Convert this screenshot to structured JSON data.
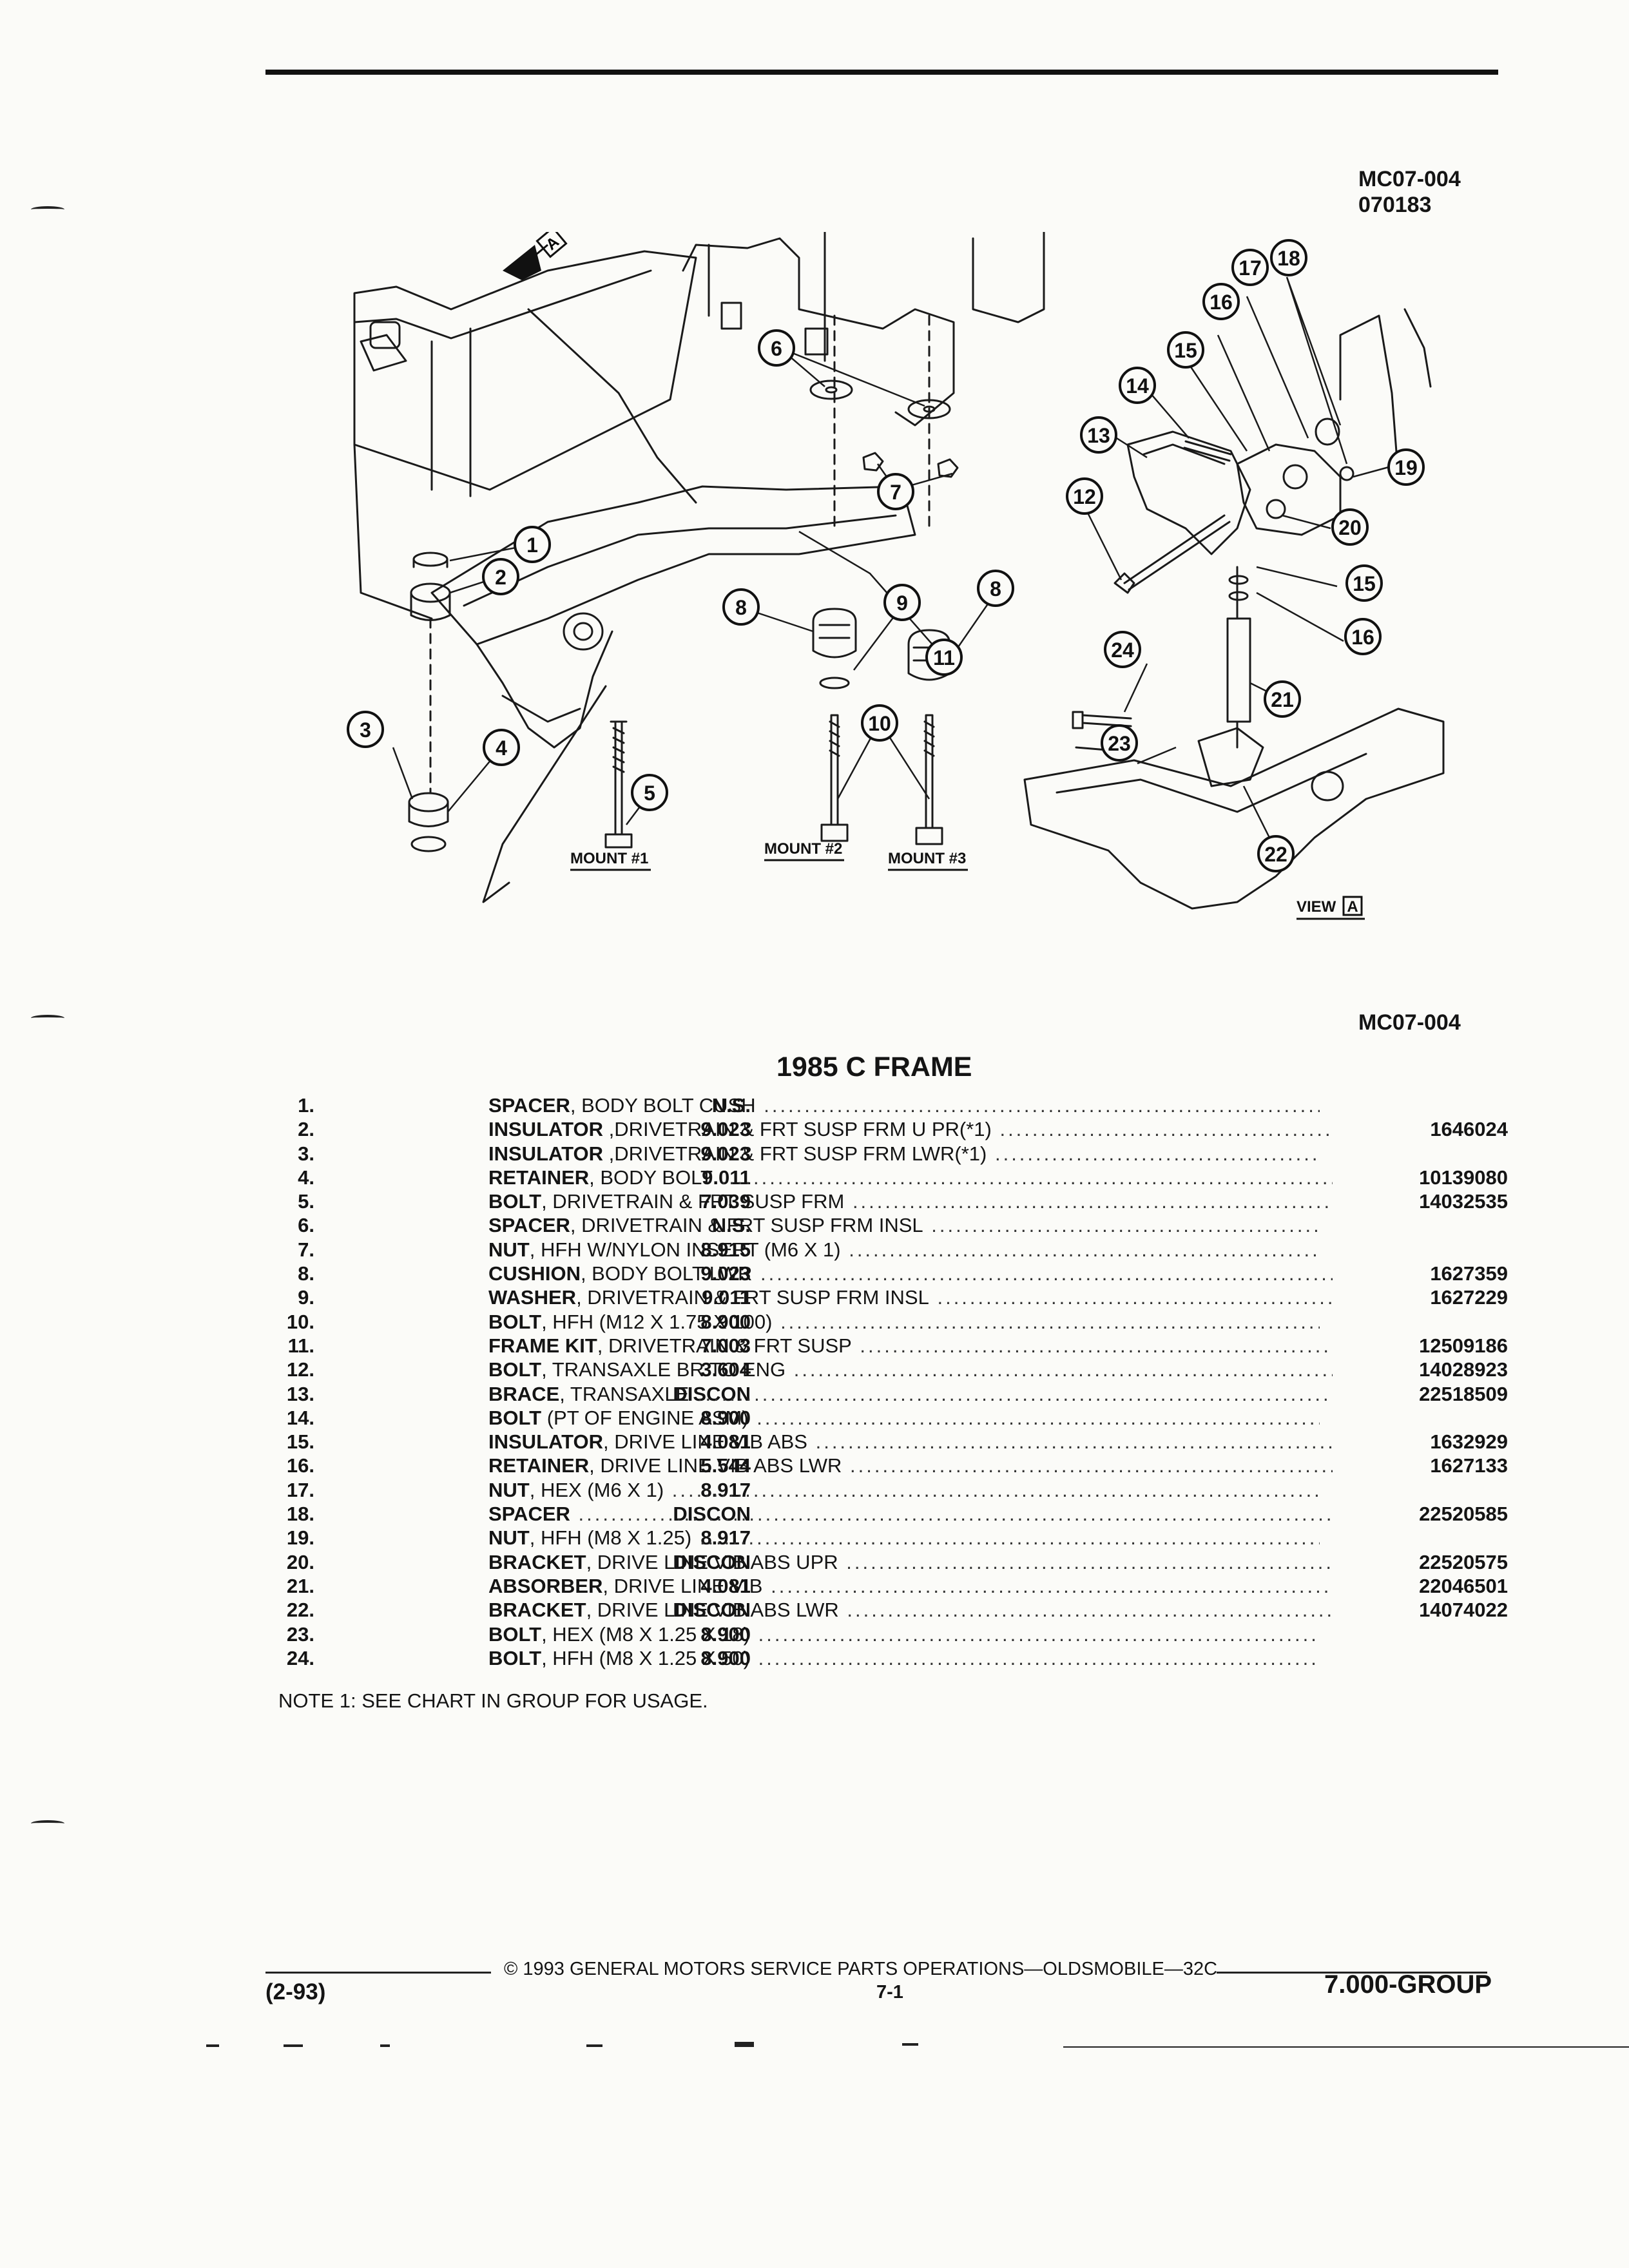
{
  "header": {
    "figure_code": "MC07-004",
    "figure_date": "070183"
  },
  "diagram": {
    "view_marker_top": "A",
    "callouts": [
      "1",
      "2",
      "3",
      "4",
      "5",
      "6",
      "7",
      "8",
      "8",
      "9",
      "10",
      "11",
      "12",
      "13",
      "14",
      "15",
      "15",
      "16",
      "16",
      "17",
      "18",
      "19",
      "20",
      "21",
      "22",
      "23",
      "24"
    ],
    "mount_labels": [
      "MOUNT #1",
      "MOUNT #2",
      "MOUNT #3"
    ],
    "view_label": "VIEW",
    "view_letter": "A"
  },
  "figure_code_bottom": "MC07-004",
  "table": {
    "title": "1985 C FRAME",
    "rows": [
      {
        "item": "1.",
        "code": "N.S.",
        "name": "SPACER",
        "desc": ", BODY BOLT CUSH",
        "part": ""
      },
      {
        "item": "2.",
        "code": "9.023",
        "name": "INSULATOR",
        "desc": " ,DRIVETRAIN & FRT SUSP FRM U PR(*1)",
        "part": "1646024"
      },
      {
        "item": "3.",
        "code": "9.023",
        "name": "INSULATOR",
        "desc": " ,DRIVETRAIN & FRT SUSP FRM LWR(*1)",
        "part": ""
      },
      {
        "item": "4.",
        "code": "9.011",
        "name": "RETAINER",
        "desc": ", BODY BOLT",
        "part": "10139080"
      },
      {
        "item": "5.",
        "code": "7.039",
        "name": "BOLT",
        "desc": ", DRIVETRAIN & FRT SUSP FRM",
        "part": "14032535"
      },
      {
        "item": "6.",
        "code": "N.S.",
        "name": "SPACER",
        "desc": ", DRIVETRAIN & FRT SUSP FRM INSL",
        "part": ""
      },
      {
        "item": "7.",
        "code": "8.915",
        "name": "NUT",
        "desc": ", HFH W/NYLON INSERT (M6 X 1)",
        "part": ""
      },
      {
        "item": "8.",
        "code": "9.023",
        "name": "CUSHION",
        "desc": ", BODY BOLT LWR",
        "part": "1627359"
      },
      {
        "item": "9.",
        "code": "9.011",
        "name": "WASHER",
        "desc": ", DRIVETRAIN & FRT SUSP FRM INSL",
        "part": "1627229"
      },
      {
        "item": "10.",
        "code": "8.900",
        "name": "BOLT",
        "desc": ", HFH (M12 X 1.75 X 100)",
        "part": ""
      },
      {
        "item": "11.",
        "code": "7.003",
        "name": "FRAME KIT",
        "desc": ", DRIVETRAIN & FRT SUSP",
        "part": "12509186"
      },
      {
        "item": "12.",
        "code": "3.604",
        "name": "BOLT",
        "desc": ", TRANSAXLE BR TO ENG",
        "part": "14028923"
      },
      {
        "item": "13.",
        "code": "DISCON",
        "name": "BRACE",
        "desc": ", TRANSAXLE",
        "part": "22518509"
      },
      {
        "item": "14.",
        "code": "8.900",
        "name": "BOLT",
        "desc": " (PT OF ENGINE ASM)",
        "part": ""
      },
      {
        "item": "15.",
        "code": "4.081",
        "name": "INSULATOR",
        "desc": ", DRIVE LINE VIB ABS",
        "part": "1632929"
      },
      {
        "item": "16.",
        "code": "5.544",
        "name": "RETAINER",
        "desc": ", DRIVE LINE VIB ABS LWR",
        "part": "1627133"
      },
      {
        "item": "17.",
        "code": "8.917",
        "name": "NUT",
        "desc": ", HEX (M6 X 1)",
        "part": ""
      },
      {
        "item": "18.",
        "code": "DISCON",
        "name": "SPACER",
        "desc": "",
        "part": "22520585"
      },
      {
        "item": "19.",
        "code": "8.917",
        "name": "NUT",
        "desc": ", HFH (M8 X 1.25)",
        "part": ""
      },
      {
        "item": "20.",
        "code": "DISCON",
        "name": "BRACKET",
        "desc": ", DRIVE LINE VIB ABS UPR",
        "part": "22520575"
      },
      {
        "item": "21.",
        "code": "4.081",
        "name": "ABSORBER",
        "desc": ", DRIVE LINE VIB",
        "part": "22046501"
      },
      {
        "item": "22.",
        "code": "DISCON",
        "name": "BRACKET",
        "desc": ", DRIVE LINE VIB ABS LWR",
        "part": "14074022"
      },
      {
        "item": "23.",
        "code": "8.900",
        "name": "BOLT",
        "desc": ", HEX (M8 X 1.25 X 18)",
        "part": ""
      },
      {
        "item": "24.",
        "code": "8.900",
        "name": "BOLT",
        "desc": ", HFH (M8 X 1.25 X 50)",
        "part": ""
      }
    ]
  },
  "note": "NOTE  1:  SEE CHART IN GROUP FOR USAGE.",
  "footer": {
    "copyright": "© 1993 GENERAL MOTORS SERVICE PARTS OPERATIONS—OLDSMOBILE—32C",
    "date": "(2-93)",
    "page": "7-1",
    "group": "7.000-GROUP"
  }
}
